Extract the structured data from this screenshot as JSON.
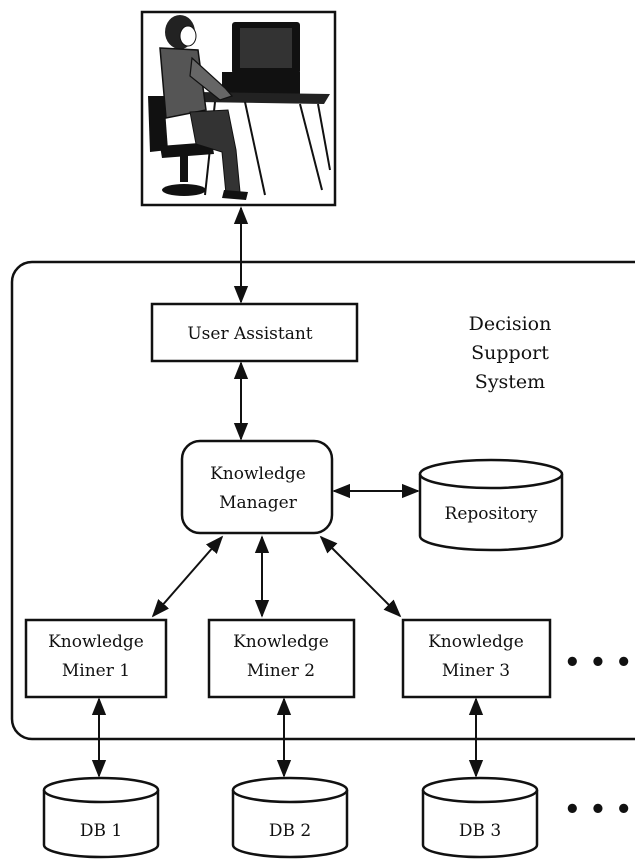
{
  "system_label": [
    "Decision",
    "Support",
    "System"
  ],
  "user_assistant": "User Assistant",
  "knowledge_manager": [
    "Knowledge",
    "Manager"
  ],
  "repository": "Repository",
  "miners": [
    {
      "line1": "Knowledge",
      "line2": "Miner 1"
    },
    {
      "line1": "Knowledge",
      "line2": "Miner 2"
    },
    {
      "line1": "Knowledge",
      "line2": "Miner 3"
    }
  ],
  "databases": [
    "DB 1",
    "DB 2",
    "DB 3"
  ],
  "ellipsis": "• • •",
  "user_icon": "person-at-computer-icon",
  "colors": {
    "stroke": "#111111",
    "background": "#ffffff"
  }
}
